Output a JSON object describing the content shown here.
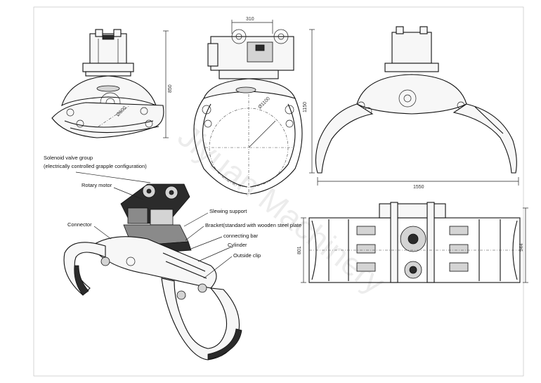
{
  "callouts": {
    "solenoid_line1": "Solenoid valve group",
    "solenoid_line2": "(electrically controlled grapple configuration)",
    "rotary_motor": "Rotary motor",
    "connector": "Connector",
    "slewing_support": "Slewing support",
    "bracket": "Bracket(standard with wooden steel plate",
    "connecting_bar": "connecting bar",
    "cylinder": "Cylinder",
    "outside_clip": "Outside clip"
  },
  "dimensions": {
    "front_height": "850",
    "side_width": "310",
    "side_diameter": "Ø1100",
    "front_diameter": "Ø600",
    "open_height": "1150",
    "open_width": "1550",
    "top_depth_left": "801",
    "top_depth_right": "944"
  },
  "watermark": "Jiyuan Machinery"
}
